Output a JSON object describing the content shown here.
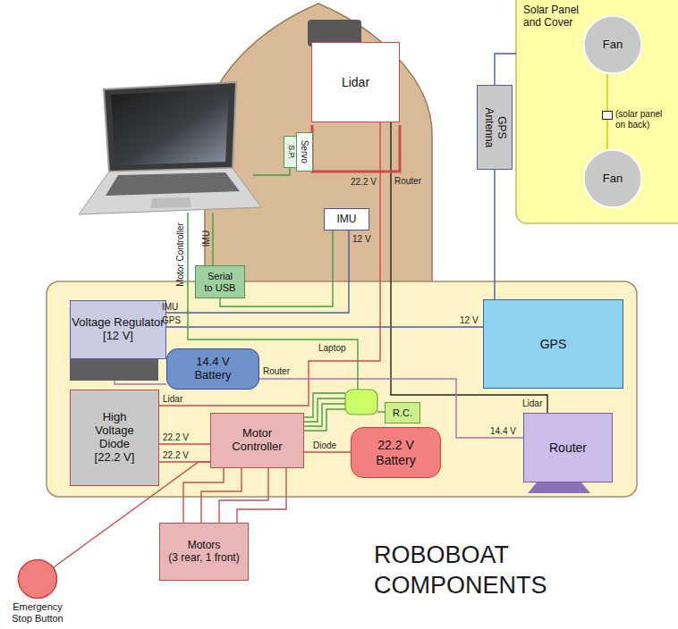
{
  "diagram": {
    "title": "ROBOBOAT COMPONENTS",
    "nodes": [
      {
        "text": [
          "Solar Panel and Cover"
        ]
      },
      {
        "text": [
          "Fan"
        ],
        "in": 0
      },
      {
        "text": [
          "(solar panel on back)"
        ],
        "in": 0
      },
      {
        "text": [
          "Fan"
        ],
        "in": 0
      },
      {
        "text": [
          "Lidar"
        ]
      },
      {
        "text": [
          "GPS Antenna"
        ]
      },
      {
        "text": [
          "S.P."
        ]
      },
      {
        "text": [
          "Servo"
        ]
      },
      {
        "text": [
          "IMU"
        ]
      },
      {
        "text": [
          "Serial to USB"
        ]
      },
      {
        "text": [
          "Voltage Regulator [12 V]"
        ]
      },
      {
        "text": [
          "GPS"
        ]
      },
      {
        "text": [
          "14.4 V Battery"
        ]
      },
      {
        "text": [
          "R.C."
        ]
      },
      {
        "text": [
          "High Voltage Diode [22.2 V]"
        ]
      },
      {
        "text": [
          "Motor Controller"
        ]
      },
      {
        "text": [
          "22.2 V Battery"
        ]
      },
      {
        "text": [
          "Router"
        ]
      },
      {
        "text": [
          "Motors",
          "(3 rear, 1 front)"
        ]
      },
      {
        "text": [
          "Emergency Stop Button"
        ]
      }
    ],
    "edges": [
      {
        "from": 1,
        "to": 2,
        "arrow": "none"
      },
      {
        "from": 2,
        "to": 3,
        "arrow": "none"
      },
      {
        "from": 5,
        "to": 0,
        "arrow": "none"
      },
      {
        "from": 5,
        "to": 11,
        "arrow": "none"
      },
      {
        "from": 4,
        "to": 17,
        "arrow": "none"
      },
      {
        "from": 14,
        "to": 4,
        "arrow": "none"
      },
      {
        "from": 9,
        "to": 8,
        "arrow": "none"
      },
      {
        "from": 10,
        "to": 8,
        "arrow": "none"
      },
      {
        "from": 10,
        "to": 11,
        "arrow": "none"
      },
      {
        "from": 12,
        "to": 10,
        "arrow": "none"
      },
      {
        "from": 12,
        "to": 17,
        "arrow": "none"
      },
      {
        "from": 14,
        "to": 15,
        "arrow": "none"
      },
      {
        "from": 14,
        "to": 15,
        "arrow": "none"
      },
      {
        "from": 19,
        "to": 15,
        "arrow": "none"
      },
      {
        "from": 16,
        "to": 15,
        "arrow": "none"
      },
      {
        "from": 15,
        "to": 18,
        "arrow": "none"
      },
      {
        "from": 15,
        "to": 18,
        "arrow": "none"
      },
      {
        "from": 15,
        "to": 18,
        "arrow": "none"
      },
      {
        "from": 15,
        "to": 18,
        "arrow": "none"
      }
    ],
    "labels": [
      "22.2 V",
      "Router",
      "12 V",
      "Motor Controller",
      "IMU",
      "IMU",
      "GPS",
      "12 V",
      "Laptop",
      "Router",
      "Lidar",
      "Lidar",
      "14.4 V",
      "22.2 V",
      "22.2 V",
      "Diode"
    ]
  }
}
